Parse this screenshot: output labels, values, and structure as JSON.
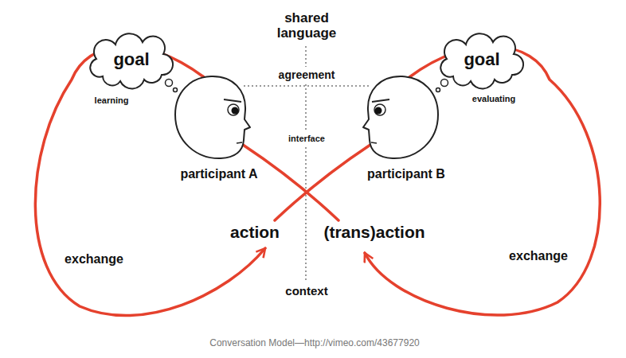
{
  "diagram": {
    "caption": "Conversation Model—http://vimeo.com/43677920",
    "nodes": [
      {
        "text": [
          "goal"
        ]
      },
      {
        "text": [
          "goal"
        ]
      },
      {
        "text": [
          "participant A"
        ]
      },
      {
        "text": [
          "participant B"
        ]
      }
    ],
    "labels": [
      "shared language",
      "agreement",
      "learning",
      "evaluating",
      "interface",
      "action",
      "(trans)action",
      "exchange",
      "exchange",
      "context"
    ]
  }
}
